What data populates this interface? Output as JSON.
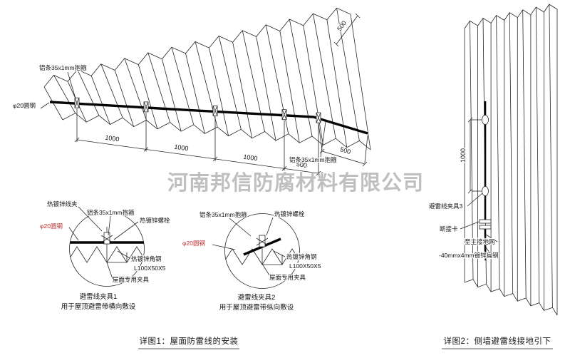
{
  "watermark": "河南邦信防腐材料有限公司",
  "roof": {
    "strip_label_top": "铝条35x1mm抱箍",
    "strip_label_bottom": "铝条35x1mm抱箍",
    "round_steel_label": "φ20圆钢",
    "dims_bottom": [
      "1000",
      "1000",
      "1000",
      "500"
    ],
    "dim_right": "500",
    "dim_top_right": "500",
    "caption": "详图1：屋面防雷线的安装"
  },
  "clamp_detail_1": {
    "wire_clip": "热镀锌线夹",
    "strip": "铝条35x1mm抱箍",
    "bolt": "热镀锌螺栓",
    "round_steel": "φ20圆钢",
    "angle_steel": "热镀锌角钢",
    "angle_size": "L100X50X5",
    "roof_clamp": "屋面专用夹具",
    "title": "避雷线夹具1",
    "subtitle": "用于屋顶避雷带横向敷设"
  },
  "clamp_detail_2": {
    "strip": "铝条35x1mm抱箍",
    "bolt": "热镀锌螺栓",
    "round_steel": "φ20圆钢",
    "angle_steel": "热镀锌角钢",
    "angle_size": "L100X50X5",
    "roof_clamp": "屋面专用夹具",
    "title": "避雷线夹具2",
    "subtitle": "用于屋顶避雷带纵向敷设"
  },
  "wall": {
    "dim_spacing": "1000",
    "clamp_label": "避雷线夹具3",
    "disconnect_label": "断接卡",
    "ground_label": "至主接地网",
    "flat_steel_label": "-40mmx4mm镀锌扁钢",
    "caption": "详图2：侧墙避雷线接地引下"
  }
}
